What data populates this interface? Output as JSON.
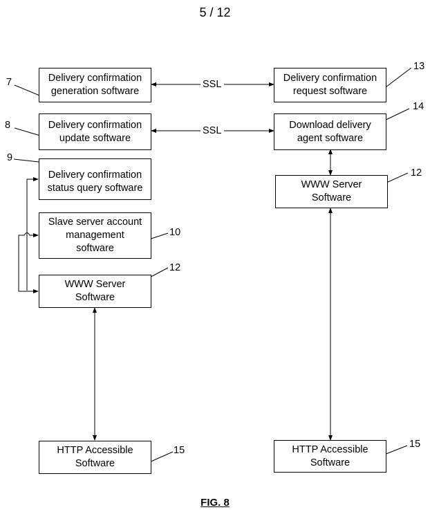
{
  "page_number": "5 / 12",
  "figure_caption": "FIG. 8",
  "connector_label": "SSL",
  "left_column": {
    "boxes": [
      {
        "id": "gen",
        "text": "Delivery confirmation\ngeneration software",
        "ref": "7"
      },
      {
        "id": "upd",
        "text": "Delivery confirmation\nupdate software",
        "ref": "8"
      },
      {
        "id": "status",
        "text": "Delivery confirmation\nstatus query software",
        "ref": "9"
      },
      {
        "id": "slave",
        "text": "Slave server account\nmanagement\nsoftware",
        "ref": "10"
      },
      {
        "id": "www",
        "text": "WWW Server\nSoftware",
        "ref": "12"
      },
      {
        "id": "http",
        "text": "HTTP Accessible\nSoftware",
        "ref": "15"
      }
    ]
  },
  "right_column": {
    "boxes": [
      {
        "id": "req",
        "text": "Delivery confirmation\nrequest software",
        "ref": "13"
      },
      {
        "id": "dl",
        "text": "Download delivery\nagent software",
        "ref": "14"
      },
      {
        "id": "www",
        "text": "WWW Server\nSoftware",
        "ref": "12"
      },
      {
        "id": "http",
        "text": "HTTP Accessible\nSoftware",
        "ref": "15"
      }
    ]
  }
}
